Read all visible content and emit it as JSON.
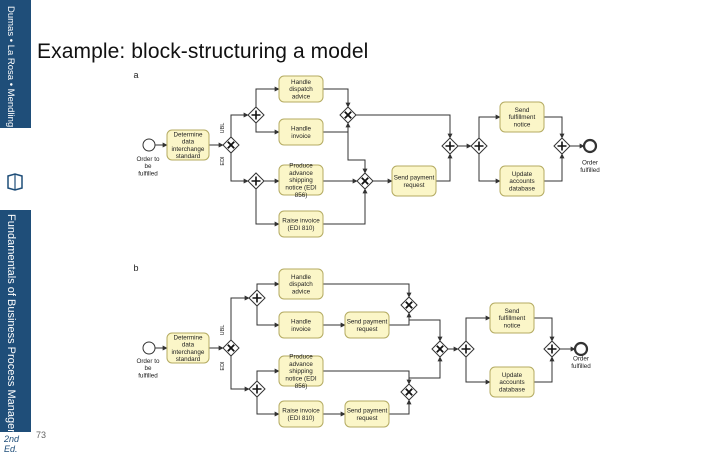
{
  "slide": {
    "title": "Example: block-structuring a model",
    "page_number": "73"
  },
  "sidebar": {
    "authors": "Dumas • La Rosa • Mendling • Reijers",
    "book_title": "Fundamentals of Business Process Management",
    "edition": "2nd Ed."
  },
  "colors": {
    "sidebar": "#1f4e79",
    "task_fill": "#fbf6c8",
    "task_stroke": "#b4ab62"
  },
  "diagram_a": {
    "label": "a",
    "start_event": "Order to be fulfilled",
    "end_event": "Order fulfilled",
    "tasks": {
      "determine": "Determine data interchange standard",
      "dispatch": "Handle dispatch advice",
      "invoice": "Handle invoice",
      "shipping": "Produce advance shipping notice (EDI 856)",
      "raise": "Raise invoice (EDI 810)",
      "payment": "Send payment request",
      "fulfillment": "Send fulfillment notice",
      "accounts": "Update accounts database"
    },
    "flow_labels": {
      "ubl": "UBL",
      "edi": "EDI"
    }
  },
  "diagram_b": {
    "label": "b",
    "start_event": "Order to be fulfilled",
    "end_event": "Order fulfilled",
    "tasks": {
      "determine": "Determine data interchange standard",
      "dispatch": "Handle dispatch advice",
      "invoice": "Handle invoice",
      "payment1": "Send payment request",
      "shipping": "Produce advance shipping notice (EDI 856)",
      "raise": "Raise invoice (EDI 810)",
      "payment2": "Send payment request",
      "fulfillment": "Send fulfillment notice",
      "accounts": "Update accounts database"
    },
    "flow_labels": {
      "ubl": "UBL",
      "edi": "EDI"
    }
  }
}
